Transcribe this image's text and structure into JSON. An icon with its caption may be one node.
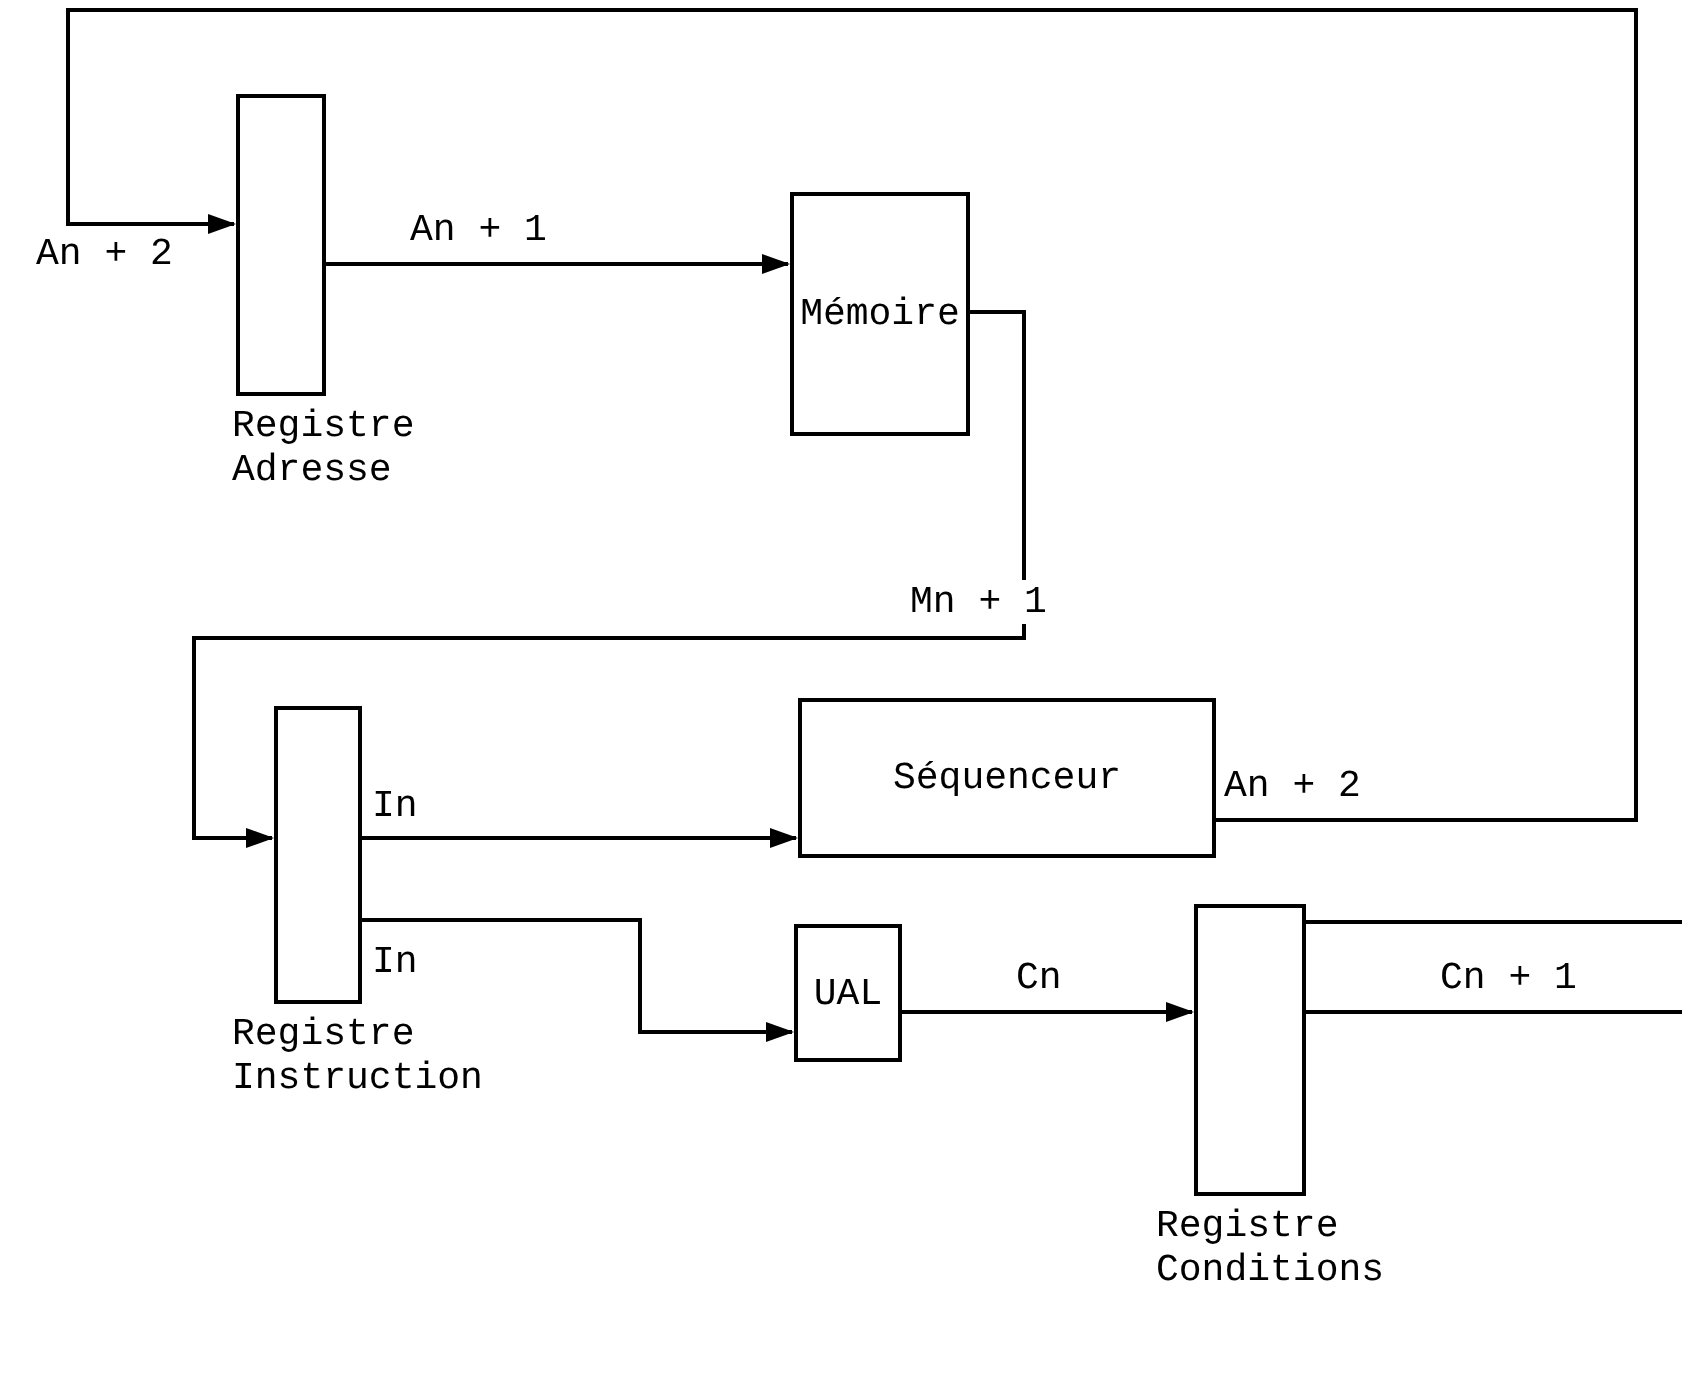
{
  "diagram": {
    "nodes": [
      {
        "text": [
          "Registre Adresse"
        ]
      },
      {
        "text": [
          "Mémoire"
        ]
      },
      {
        "text": [
          "Registre Instruction"
        ]
      },
      {
        "text": [
          "Séquenceur"
        ]
      },
      {
        "text": [
          "UAL"
        ]
      },
      {
        "text": [
          "Registre Conditions"
        ]
      }
    ],
    "edges": [
      {
        "from": 0,
        "to": 1,
        "arrow": "to",
        "label": "An + 1"
      },
      {
        "from": 1,
        "to": 2,
        "arrow": "to",
        "label": "Mn + 1"
      },
      {
        "from": 3,
        "to": 0,
        "arrow": "to",
        "label": "An + 2"
      },
      {
        "from": 2,
        "to": 3,
        "arrow": "to",
        "label": "In"
      },
      {
        "from": 2,
        "to": 4,
        "arrow": "to",
        "label": "In"
      },
      {
        "from": 4,
        "to": 5,
        "arrow": "to",
        "label": "Cn"
      },
      {
        "from": 5,
        "to": null,
        "arrow": "none",
        "label": "Cn + 1"
      },
      {
        "from": null,
        "to": 3,
        "arrow": "to"
      }
    ],
    "labels": [
      "An + 2"
    ]
  }
}
